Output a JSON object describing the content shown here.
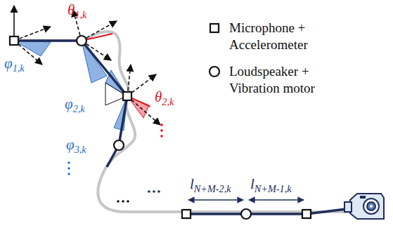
{
  "diagram": {
    "labels": [
      "θ1,k",
      "φ1,k",
      "φ2,k",
      "φ3,k",
      "θ2,k",
      "lN+M-2,k",
      "lN+M-1,k"
    ],
    "legend": [
      {
        "text": "Microphone + Accelerometer"
      },
      {
        "text": "Loudspeaker + Vibration motor"
      }
    ]
  }
}
